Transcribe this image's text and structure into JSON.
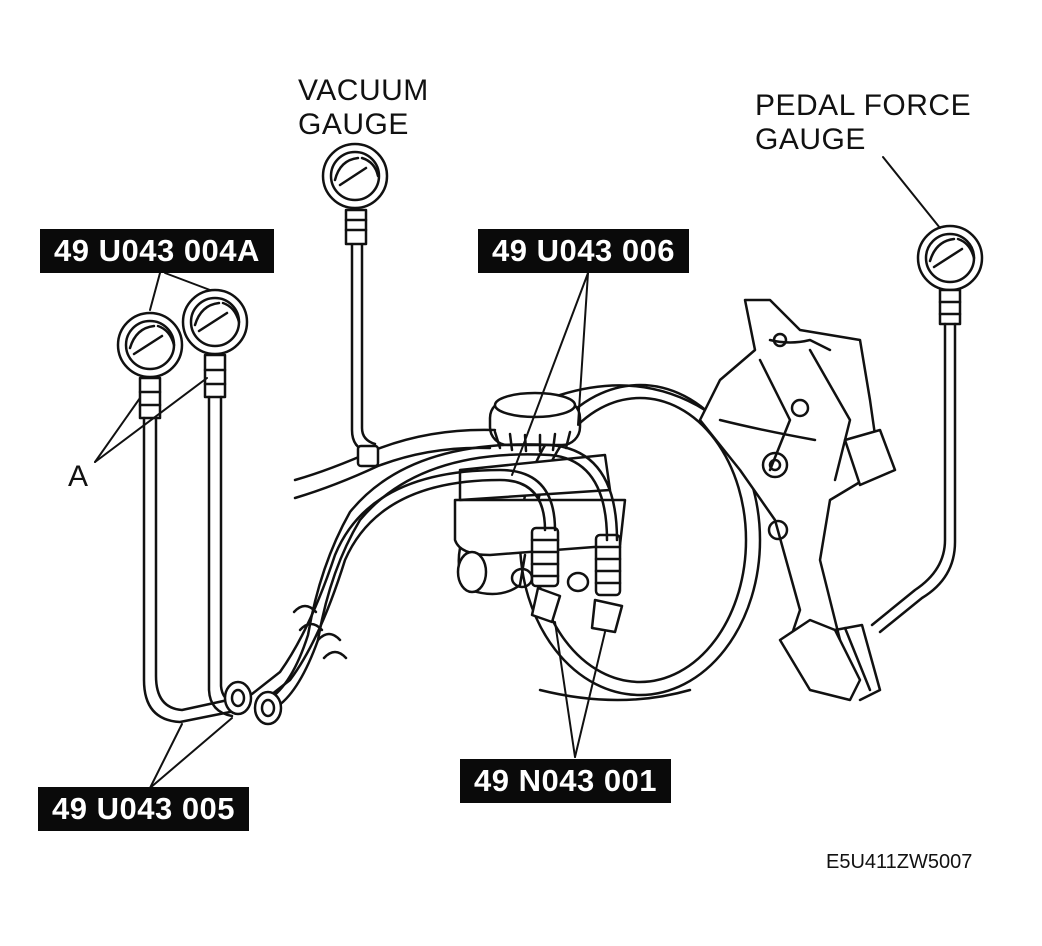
{
  "labels": {
    "vacuum_gauge_line1": "VACUUM",
    "vacuum_gauge_line2": "GAUGE",
    "pedal_force_line1": "PEDAL FORCE",
    "pedal_force_line2": "GAUGE",
    "callout_a": "A"
  },
  "tags": {
    "gauge_set": "49 U043 004A",
    "hose_set": "49 U043 006",
    "adapter_set": "49 N043 001",
    "joint_set": "49 U043 005"
  },
  "figure_id": "E5U411ZW5007",
  "colors": {
    "ink": "#111111",
    "tag_bg": "#0a0a0a",
    "tag_text": "#ffffff",
    "paper": "#ffffff"
  }
}
